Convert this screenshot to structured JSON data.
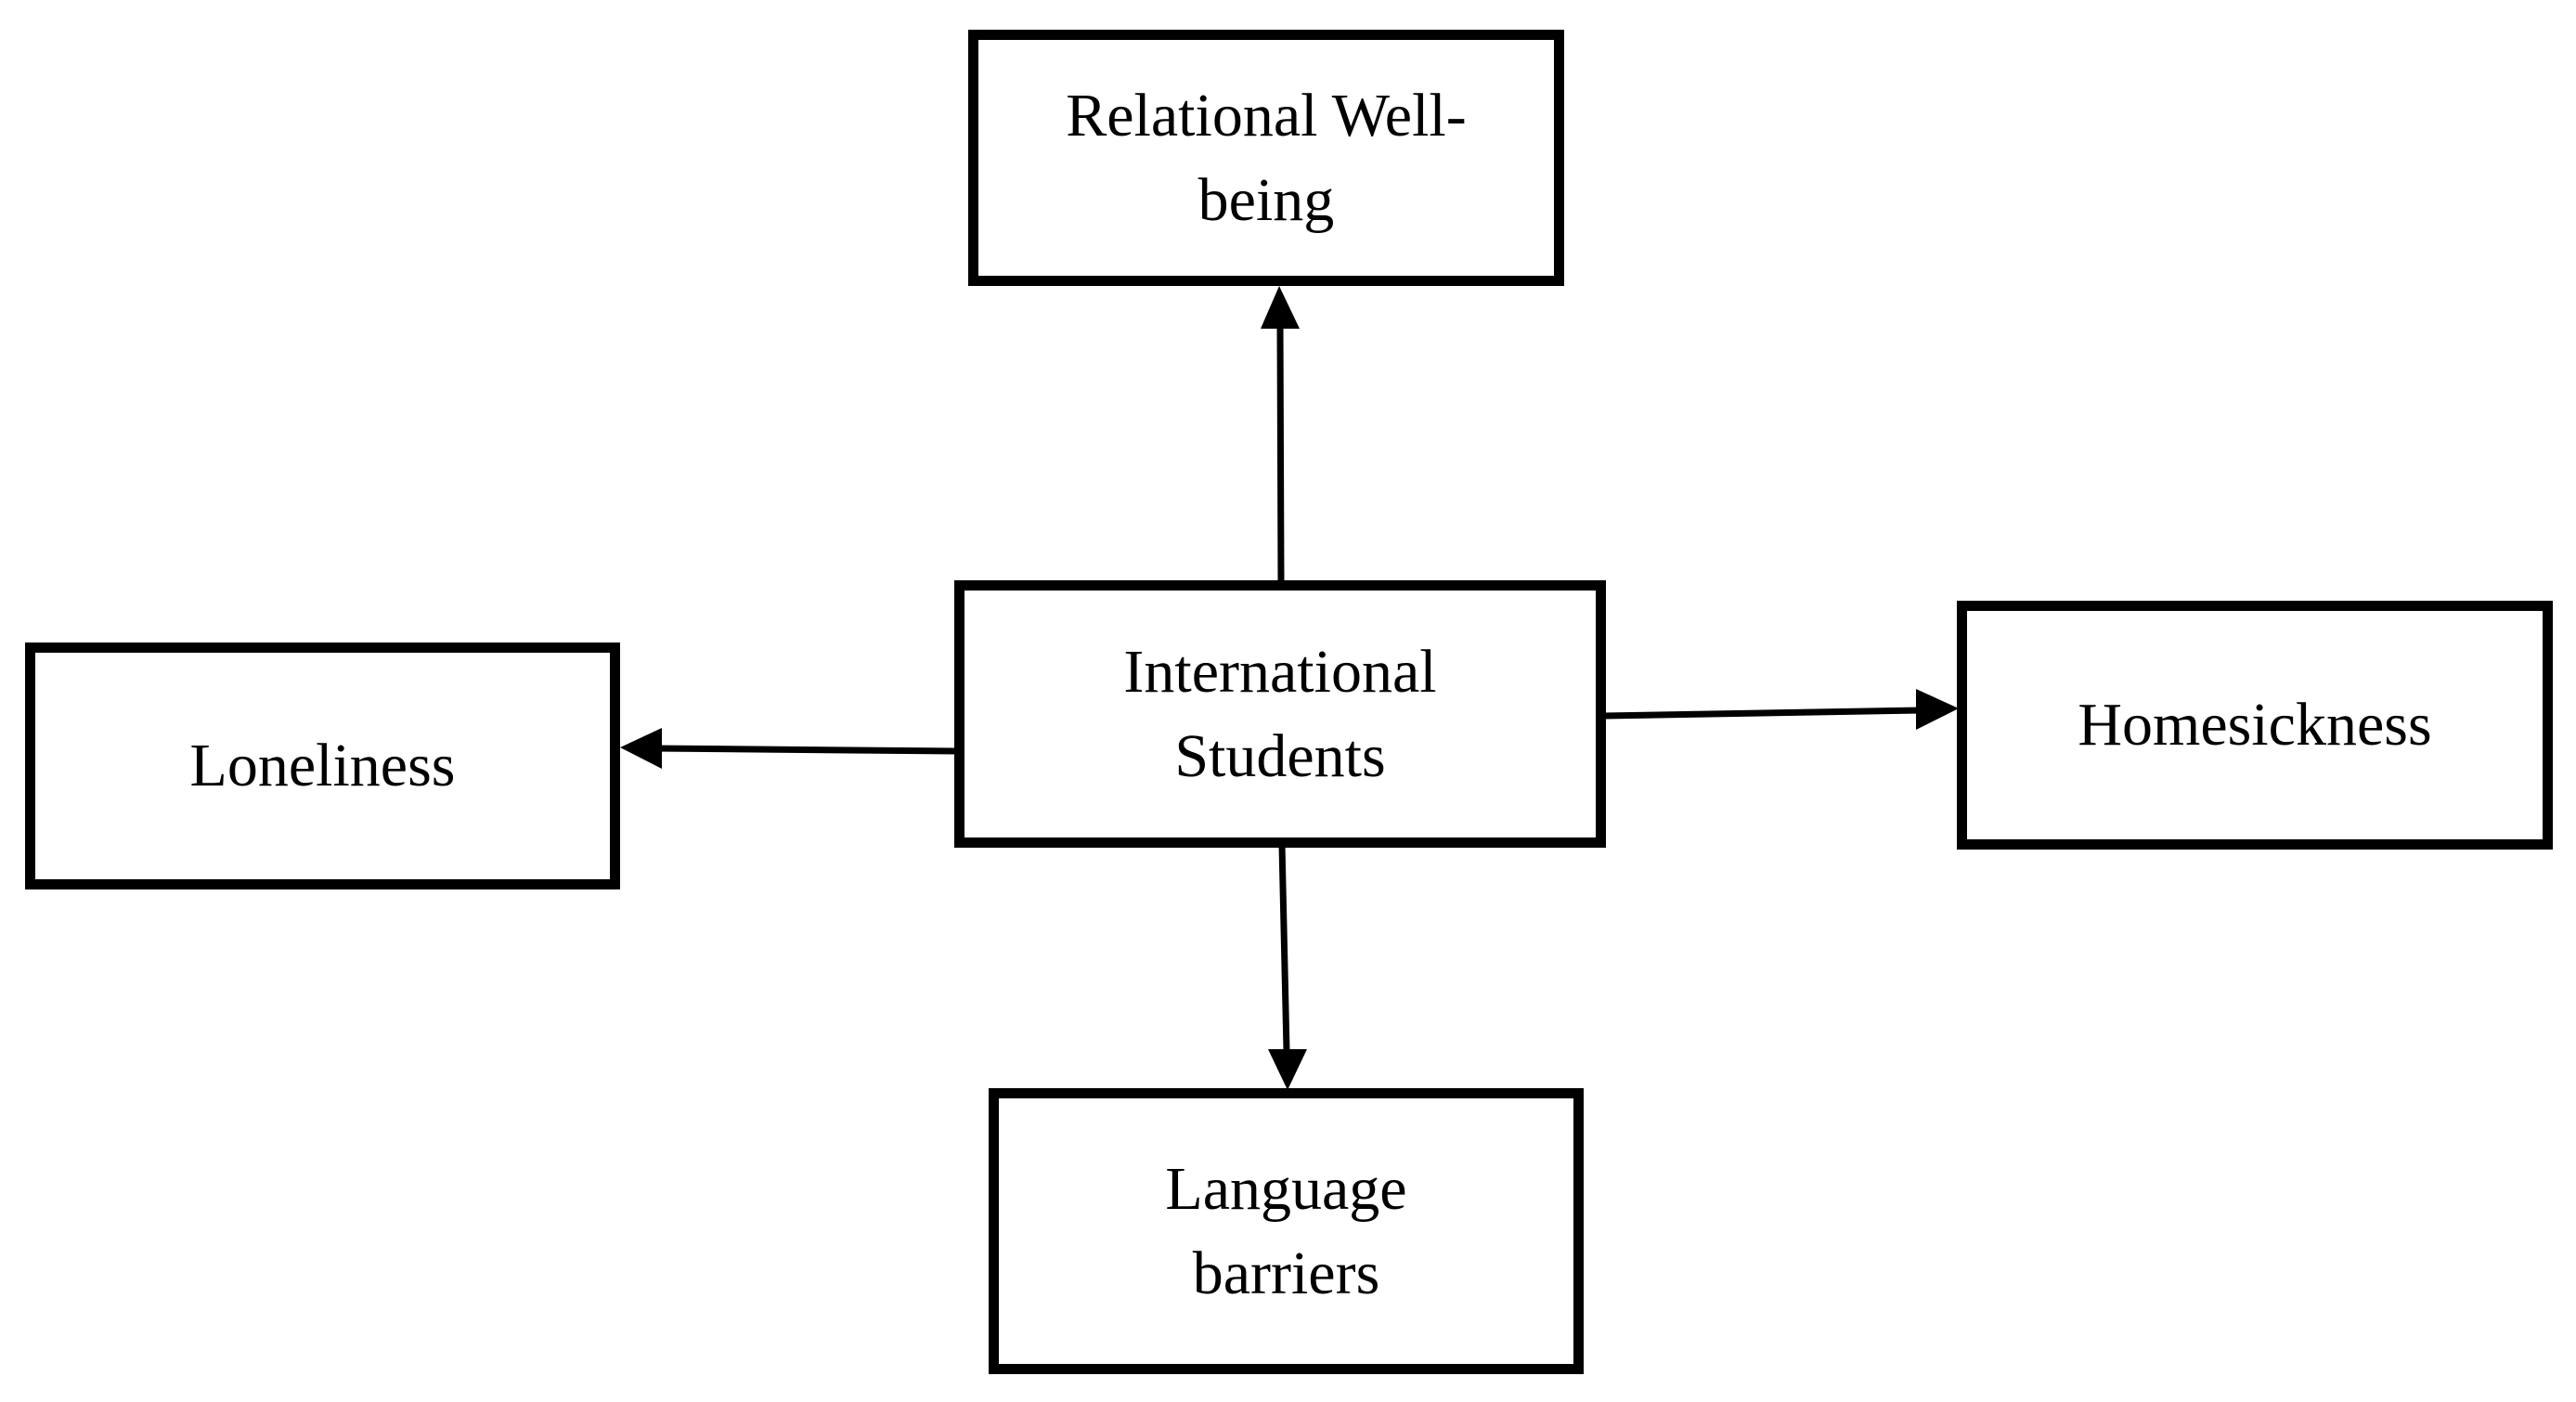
{
  "diagram": {
    "type": "concept-map",
    "nodes": {
      "center": {
        "id": "international-students",
        "label": "International\nStudents"
      },
      "top": {
        "id": "relational-wellbeing",
        "label": "Relational Well-\nbeing"
      },
      "left": {
        "id": "loneliness",
        "label": "Loneliness"
      },
      "right": {
        "id": "homesickness",
        "label": "Homesickness"
      },
      "bottom": {
        "id": "language-barriers",
        "label": "Language\nbarriers"
      }
    },
    "edges": [
      {
        "from": "international-students",
        "to": "relational-wellbeing",
        "direction": "up",
        "arrowhead": "filled-triangle"
      },
      {
        "from": "international-students",
        "to": "loneliness",
        "direction": "left",
        "arrowhead": "filled-triangle"
      },
      {
        "from": "international-students",
        "to": "homesickness",
        "direction": "right",
        "arrowhead": "filled-triangle"
      },
      {
        "from": "international-students",
        "to": "language-barriers",
        "direction": "down",
        "arrowhead": "filled-triangle"
      }
    ]
  },
  "colors": {
    "background": "#ffffff",
    "box_border": "#000000",
    "text": "#000000",
    "arrow": "#000000"
  }
}
